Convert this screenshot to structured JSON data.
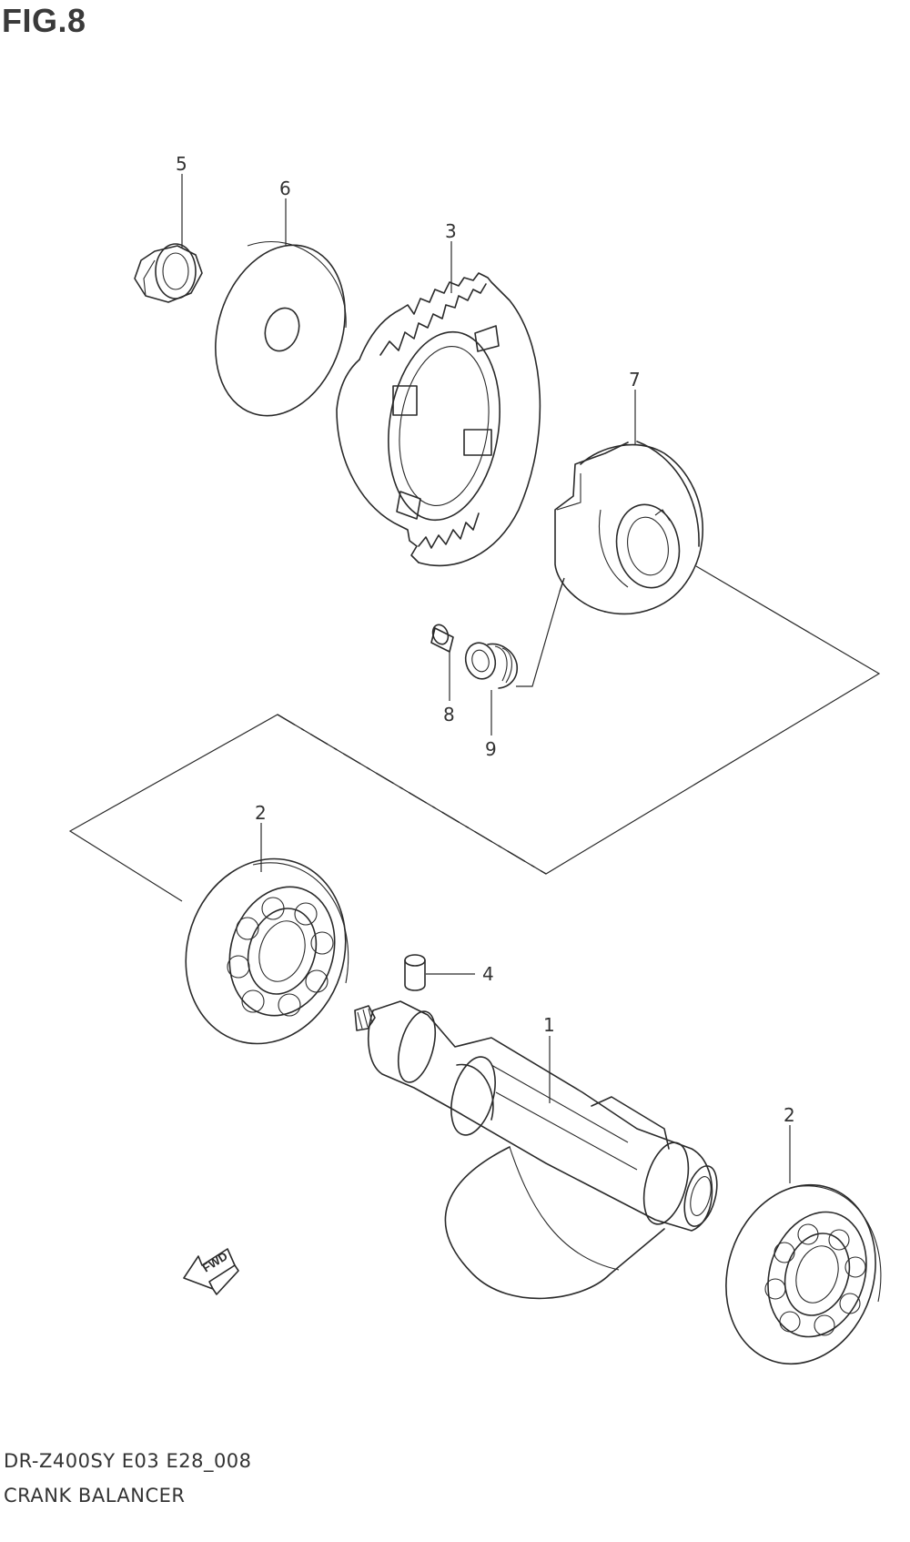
{
  "figure": {
    "title": "FIG.8",
    "code": "DR-Z400SY E03 E28_008",
    "name": "CRANK BALANCER"
  },
  "callouts": [
    {
      "id": "c5",
      "number": "5"
    },
    {
      "id": "c6",
      "number": "6"
    },
    {
      "id": "c3",
      "number": "3"
    },
    {
      "id": "c7",
      "number": "7"
    },
    {
      "id": "c8",
      "number": "8"
    },
    {
      "id": "c9",
      "number": "9"
    },
    {
      "id": "c2a",
      "number": "2"
    },
    {
      "id": "c4",
      "number": "4"
    },
    {
      "id": "c1",
      "number": "1"
    },
    {
      "id": "c2b",
      "number": "2"
    }
  ],
  "direction_marker": {
    "label": "FWD",
    "icon": "fwd-arrow-icon"
  }
}
